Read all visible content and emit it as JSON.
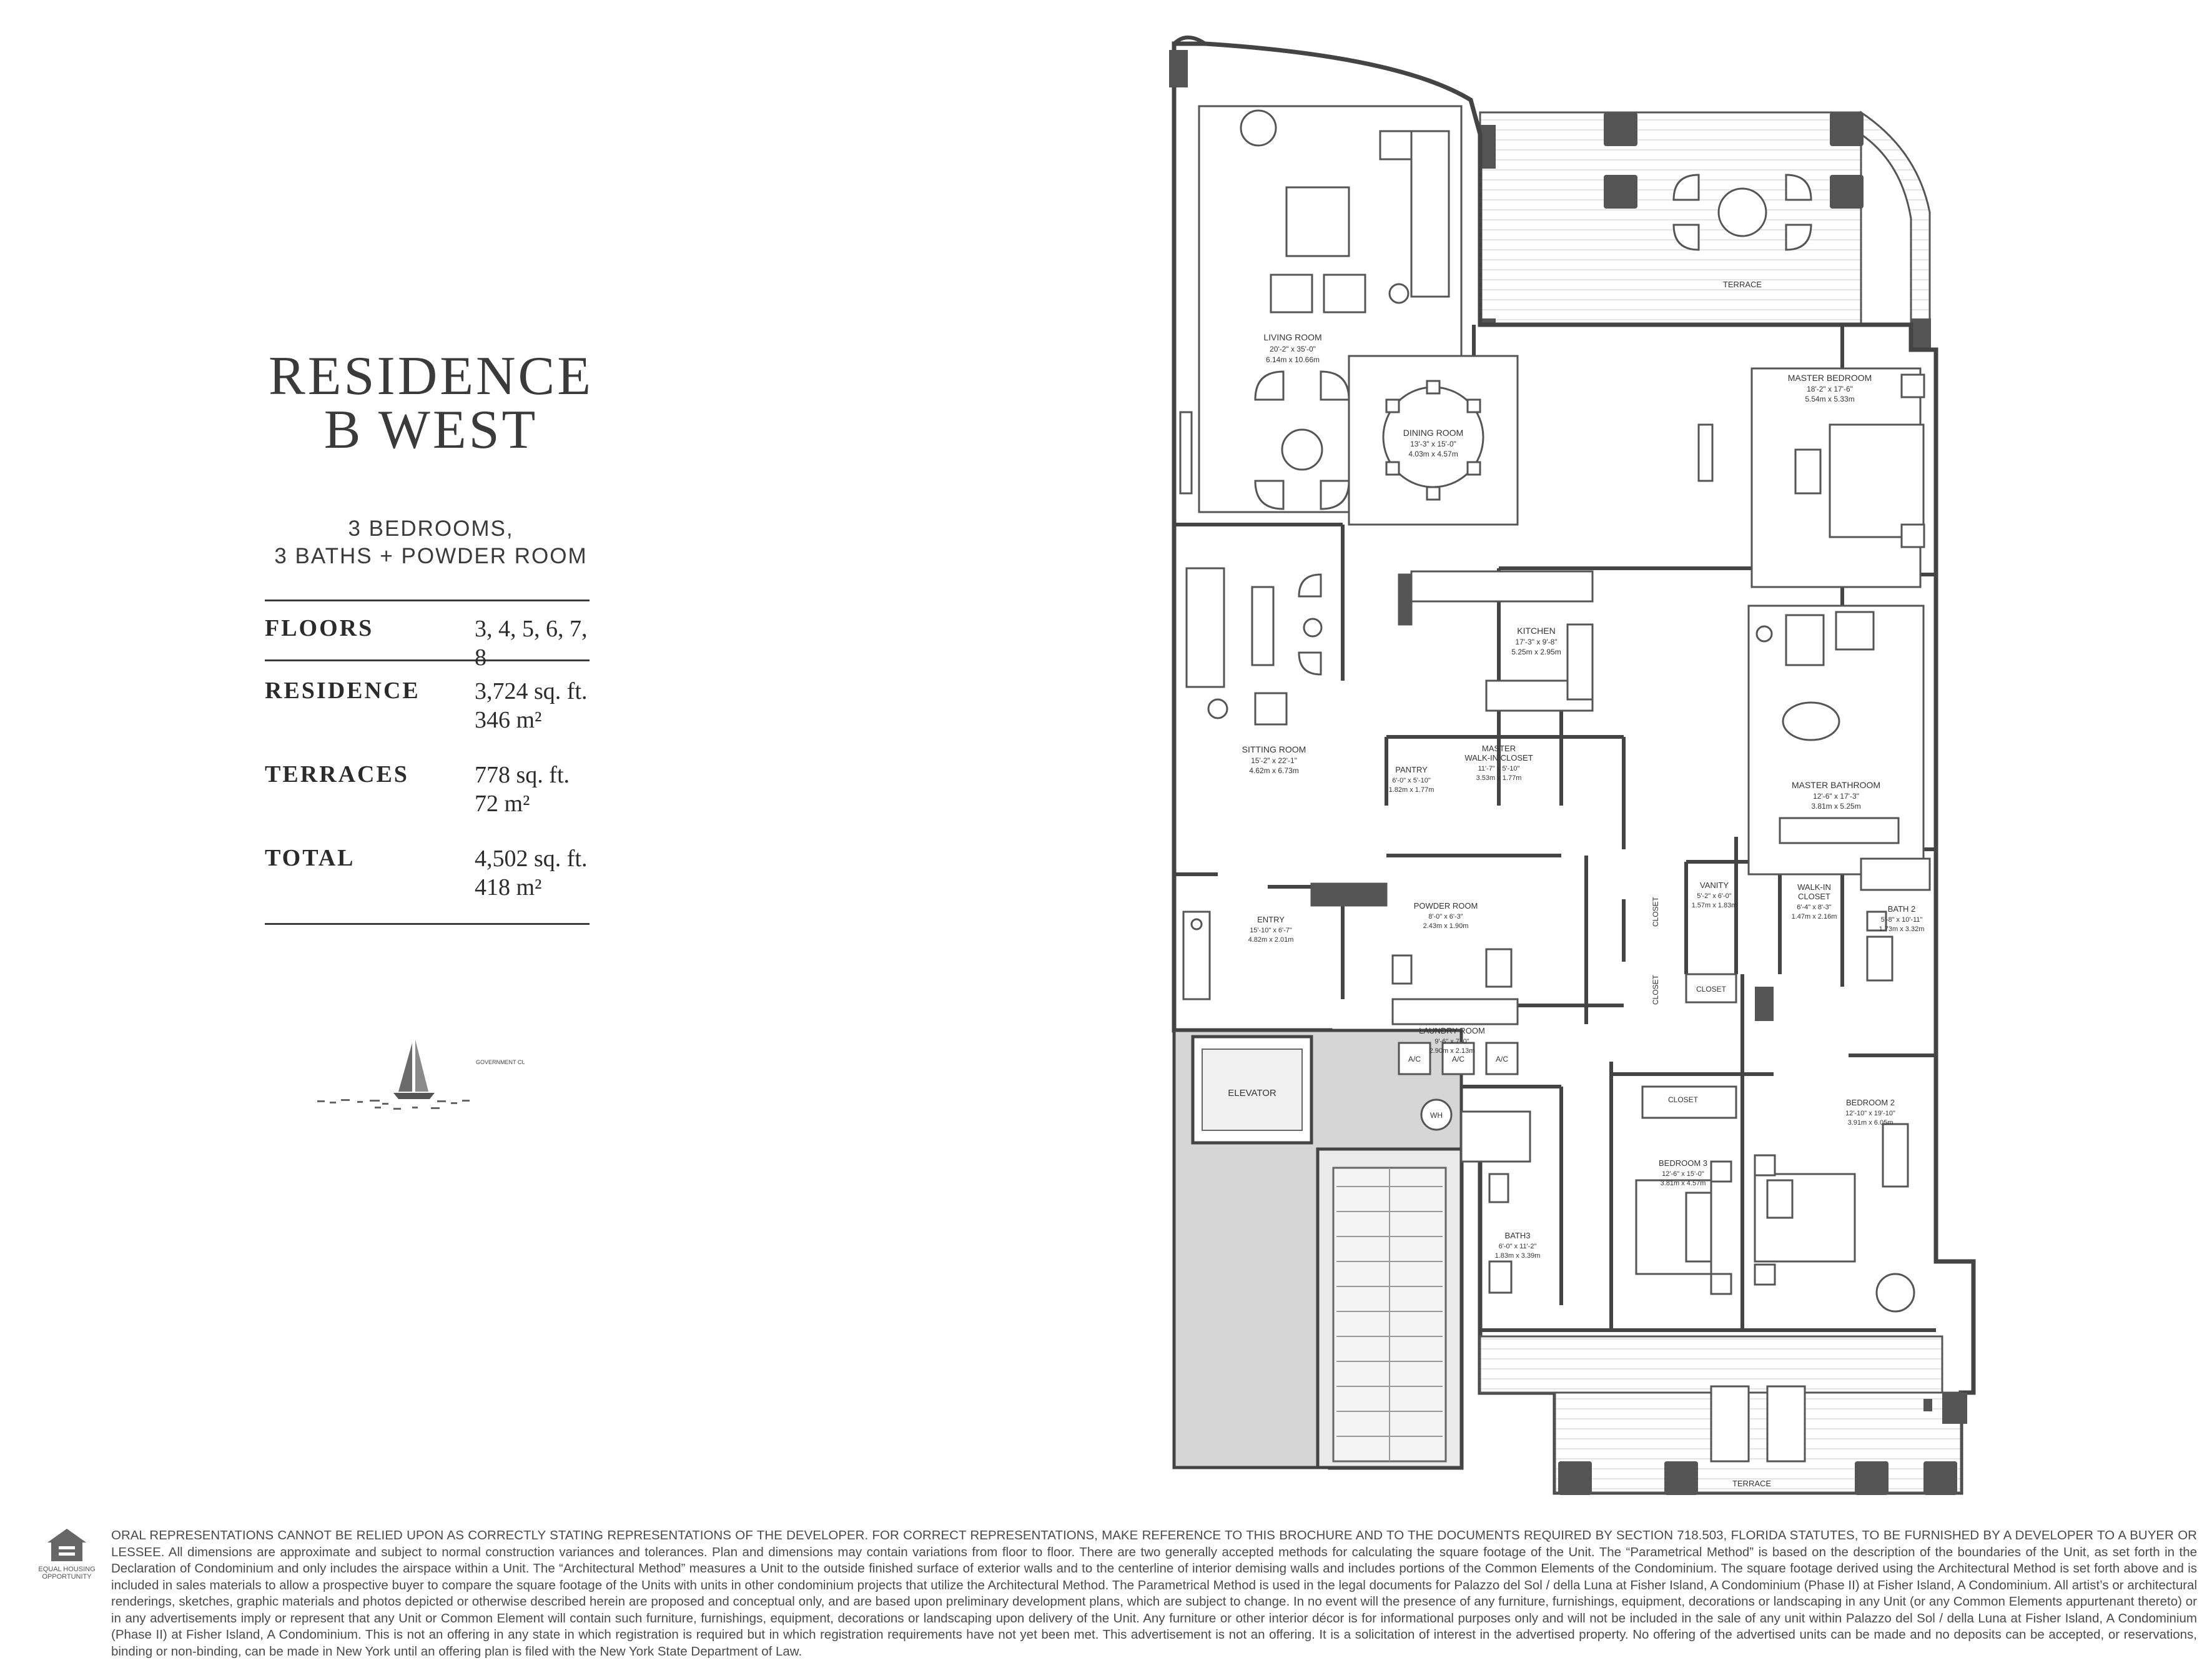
{
  "residence": {
    "title_line1": "RESIDENCE",
    "title_line2": "B WEST",
    "subtitle_line1": "3 BEDROOMS,",
    "subtitle_line2": "3 BATHS + POWDER ROOM"
  },
  "specs": [
    {
      "label": "FLOORS",
      "value1": "3, 4, 5, 6, 7, 8",
      "value2": ""
    },
    {
      "label": "RESIDENCE",
      "value1": "3,724 sq. ft.",
      "value2": "346 m²"
    },
    {
      "label": "TERRACES",
      "value1": "778 sq. ft.",
      "value2": "72 m²"
    },
    {
      "label": "TOTAL",
      "value1": "4,502 sq. ft.",
      "value2": "418 m²"
    }
  ],
  "compass_label": "GOVERNMENT CUT",
  "eho_label": "EQUAL HOUSING OPPORTUNITY",
  "rooms": {
    "living": {
      "name": "LIVING ROOM",
      "dim": "20'-2\" x 35'-0\"",
      "metric": "6.14m x 10.66m"
    },
    "dining": {
      "name": "DINING ROOM",
      "dim": "13'-3\" x 15'-0\"",
      "metric": "4.03m x 4.57m"
    },
    "master_bedroom": {
      "name": "MASTER BEDROOM",
      "dim": "18'-2\" x 17'-6\"",
      "metric": "5.54m x 5.33m"
    },
    "kitchen": {
      "name": "KITCHEN",
      "dim": "17'-3\" x 9'-8\"",
      "metric": "5.25m x 2.95m"
    },
    "sitting": {
      "name": "SITTING ROOM",
      "dim": "15'-2\" x 22'-1\"",
      "metric": "4.62m x 6.73m"
    },
    "pantry": {
      "name": "PANTRY",
      "dim": "6'-0\" x 5'-10\"",
      "metric": "1.82m x 1.77m"
    },
    "master_wic": {
      "name1": "MASTER",
      "name2": "WALK-IN CLOSET",
      "dim": "11'-7\" x 5'-10\"",
      "metric": "3.53m x 1.77m"
    },
    "master_bath": {
      "name": "MASTER BATHROOM",
      "dim": "12'-6\" x 17'-3\"",
      "metric": "3.81m x 5.25m"
    },
    "entry": {
      "name": "ENTRY",
      "dim": "15'-10\" x 6'-7\"",
      "metric": "4.82m x 2.01m"
    },
    "powder": {
      "name": "POWDER ROOM",
      "dim": "8'-0\" x 6'-3\"",
      "metric": "2.43m x 1.90m"
    },
    "vanity": {
      "name": "VANITY",
      "dim": "5'-2\" x 6'-0\"",
      "metric": "1.57m x 1.83m"
    },
    "wic2": {
      "name1": "WALK-IN",
      "name2": "CLOSET",
      "dim": "6'-4\" x 8'-3\"",
      "metric": "1.47m x 2.16m"
    },
    "bath2": {
      "name": "BATH 2",
      "dim": "5'-8\" x 10'-11\"",
      "metric": "1.73m x 3.32m"
    },
    "laundry": {
      "name": "LAUNDRY ROOM",
      "dim": "9'-6\" x 7'-0\"",
      "metric": "2.90m x 2.13m"
    },
    "bedroom2": {
      "name": "BEDROOM 2",
      "dim": "12'-10\" x 19'-10\"",
      "metric": "3.91m x 6.05m"
    },
    "bedroom3": {
      "name": "BEDROOM 3",
      "dim": "12'-6\" x 15'-0\"",
      "metric": "3.81m x 4.57m"
    },
    "bath3": {
      "name": "BATH3",
      "dim": "6'-0\" x 11'-2\"",
      "metric": "1.83m x 3.39m"
    }
  },
  "labels": {
    "terrace": "TERRACE",
    "elevator": "ELEVATOR",
    "closet": "CLOSET",
    "ac": "A/C",
    "wh": "WH"
  },
  "disclaimer": "ORAL REPRESENTATIONS CANNOT BE RELIED UPON AS CORRECTLY STATING REPRESENTATIONS OF THE DEVELOPER. FOR CORRECT REPRESENTATIONS, MAKE REFERENCE TO THIS BROCHURE AND TO THE DOCUMENTS REQUIRED BY SECTION 718.503, FLORIDA STATUTES, TO BE FURNISHED BY A DEVELOPER TO A BUYER OR LESSEE. All dimensions are approximate and subject to normal construction variances and tolerances. Plan and dimensions may contain variations from floor to floor. There are two generally accepted methods for calculating the square footage of the Unit. The “Parametrical Method” is based on the description of the boundaries of the Unit, as set forth in the Declaration of Condominium and only includes the airspace within a Unit. The “Architectural Method” measures a Unit to the outside finished surface of exterior walls and to the centerline of interior demising walls and includes portions of the Common Elements of the Condominium. The square footage derived using the Architectural Method is set forth above and is included in sales materials to allow a prospective buyer to compare the square footage of the Units with units in other condominium projects that utilize the Architectural Method. The Parametrical Method is used in the legal documents for Palazzo del Sol / della Luna at Fisher Island, A Condominium (Phase II) at Fisher Island, A Condominium. All artist’s or architectural renderings, sketches, graphic materials and photos depicted or otherwise described herein are proposed and conceptual only, and are based upon preliminary development plans, which are subject to change. In no event will the presence of any furniture, furnishings, equipment, decorations or landscaping in any Unit (or any Common Elements appurtenant thereto) or in any advertisements imply or represent that any Unit or Common Element will contain such furniture, furnishings, equipment, decorations or landscaping upon delivery of the Unit. Any furniture or other interior décor is for informational purposes only and will not be included in the sale of any unit within Palazzo del Sol / della Luna at Fisher Island, A Condominium (Phase II) at Fisher Island, A Condominium. This is not an offering in any state in which registration is required but in which registration requirements have not yet been met. This advertisement is not an offering. It is a solicitation of interest in the advertised property. No offering of the advertised units can be made and no deposits can be accepted, or reservations, binding or non-binding, can be made in New York until an offering plan is filed with the New York State Department of Law."
}
